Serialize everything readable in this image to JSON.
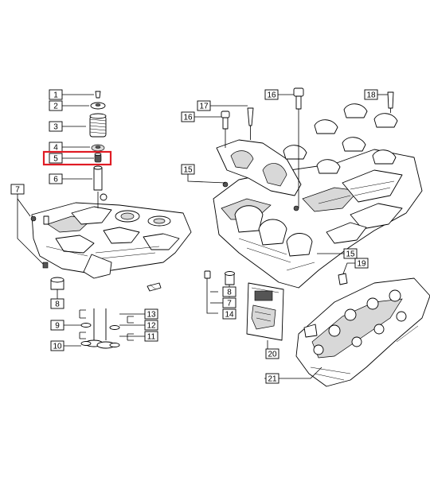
{
  "callouts": {
    "c1": "1",
    "c2": "2",
    "c3": "3",
    "c4": "4",
    "c5": "5",
    "c6": "6",
    "c7": "7",
    "c8": "8",
    "c9": "9",
    "c10": "10",
    "c11": "11",
    "c12": "12",
    "c13": "13",
    "c14": "14",
    "c15a": "15",
    "c15b": "15",
    "c16a": "16",
    "c16b": "16",
    "c17": "17",
    "c18": "18",
    "c19": "19",
    "c20": "20",
    "c21": "21",
    "c7b": "7",
    "c8b": "8"
  },
  "highlight": {
    "color": "#e01b24",
    "callout": "5"
  },
  "colors": {
    "line": "#000000",
    "fill": "#ffffff",
    "shade": "#d8d8d8"
  }
}
